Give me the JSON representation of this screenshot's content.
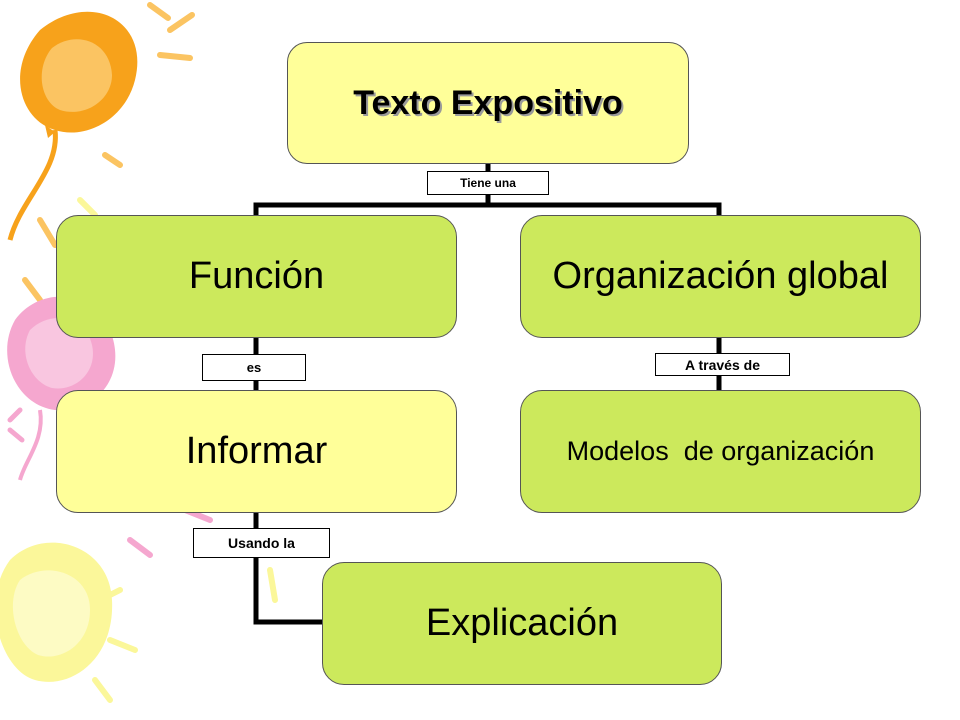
{
  "colors": {
    "yellow_node": "#ffff99",
    "green_node": "#cce95c",
    "connector": "#000000",
    "balloon_orange": "#f7a21b",
    "balloon_pink": "#f5a7cf",
    "balloon_yellow": "#fbf79a"
  },
  "nodes": {
    "root": "Texto Expositivo",
    "funcion": "Función",
    "organizacion": "Organización global",
    "informar": "Informar",
    "modelos": "Modelos  de organización",
    "explicacion": "Explicación"
  },
  "links": {
    "tiene_una": "Tiene una",
    "es": "es",
    "a_traves_de": "A través de",
    "usando_la": "Usando la"
  }
}
